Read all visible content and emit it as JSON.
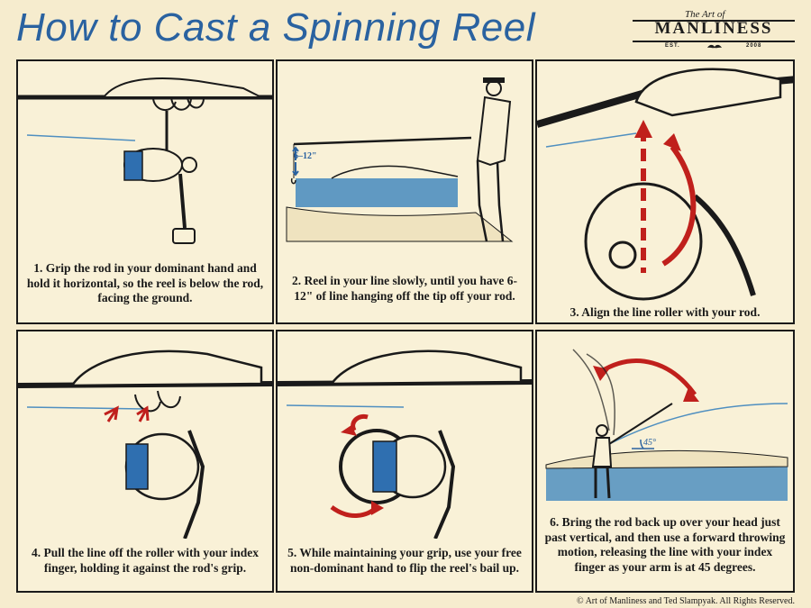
{
  "header": {
    "title": "How to Cast a Spinning Reel",
    "logo_top": "The Art of",
    "logo_main": "MANLINESS",
    "logo_est": "EST.",
    "logo_year": "2008"
  },
  "panels": [
    {
      "caption": "1. Grip the rod in your dominant hand and hold it horizontal, so the reel is below the rod, facing the ground."
    },
    {
      "caption": "2. Reel in your line slowly, until you have 6-12\" of line hanging off the tip off your rod.",
      "measure_label": "6–12\""
    },
    {
      "caption": "3. Align the line roller with your rod."
    },
    {
      "caption": "4. Pull the line off the roller with your index finger, holding it against the rod's grip."
    },
    {
      "caption": "5. While maintaining your grip, use your free non-dominant hand to flip the reel's bail up."
    },
    {
      "caption": "6. Bring the rod back up over your head just past vertical, and then use a forward throwing motion, releasing the line with your index finger as your arm is at 45 degrees.",
      "angle_label": "45°"
    }
  ],
  "footer": {
    "copyright": "© Art of Manliness and Ted Slampyak. All Rights Reserved."
  },
  "colors": {
    "title": "#2a62a0",
    "arrow": "#c0201c",
    "water": "#4f8fc0",
    "line": "#4f8fc0"
  }
}
